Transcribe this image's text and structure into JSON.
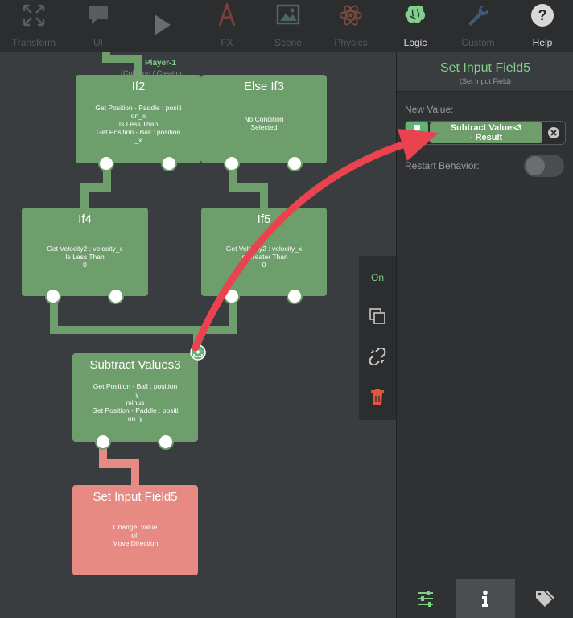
{
  "toolbar": {
    "items": [
      {
        "label": "Transform",
        "icon": "expand-arrows-icon"
      },
      {
        "label": "UI",
        "icon": "speech-bubble-icon"
      },
      {
        "label": "",
        "icon": "play-icon"
      },
      {
        "label": "FX",
        "icon": "fx-pen-icon"
      },
      {
        "label": "Scene",
        "icon": "image-icon"
      },
      {
        "label": "Physics",
        "icon": "atom-icon"
      },
      {
        "label": "Logic",
        "icon": "brain-icon"
      },
      {
        "label": "Custom",
        "icon": "wrench-icon"
      },
      {
        "label": "Help",
        "icon": "question-icon"
      }
    ],
    "active": "Logic"
  },
  "canvas": {
    "top_node": {
      "title": "Player-1",
      "subtitle": "(Collision / Creation"
    },
    "nodes": [
      {
        "id": "if2",
        "title": "If2",
        "body": "Get Position - Paddle : positi\non_x\nIs Less Than\nGet Position - Ball : position\n_x"
      },
      {
        "id": "elseif3",
        "title": "Else If3",
        "body": "No Condition\nSelected"
      },
      {
        "id": "if4",
        "title": "If4",
        "body": "Get Velocity2 : velocity_x\nIs Less Than\n0"
      },
      {
        "id": "if5",
        "title": "If5",
        "body": "Get Velocity2 : velocity_x\nIs Greater Than\n0"
      },
      {
        "id": "subtract3",
        "title": "Subtract Values3",
        "body": "Get Position - Ball : position\n_y\nminus\nGet Position - Paddle : positi\non_y"
      },
      {
        "id": "setinput5",
        "title": "Set Input Field5",
        "body": "Change: value\nof:\nMove Direction"
      }
    ]
  },
  "context_bar": {
    "on_label": "On"
  },
  "panel": {
    "title": "Set Input Field5",
    "subtitle": "(Set Input Field)",
    "new_value_label": "New Value:",
    "value_chip": "Subtract Values3\n- Result",
    "restart_label": "Restart Behavior:",
    "restart_on": false
  },
  "colors": {
    "node_green": "#6e9e6b",
    "node_red": "#e88a84",
    "accent_green": "#7ed08a",
    "arrow_red": "#e9434f"
  }
}
